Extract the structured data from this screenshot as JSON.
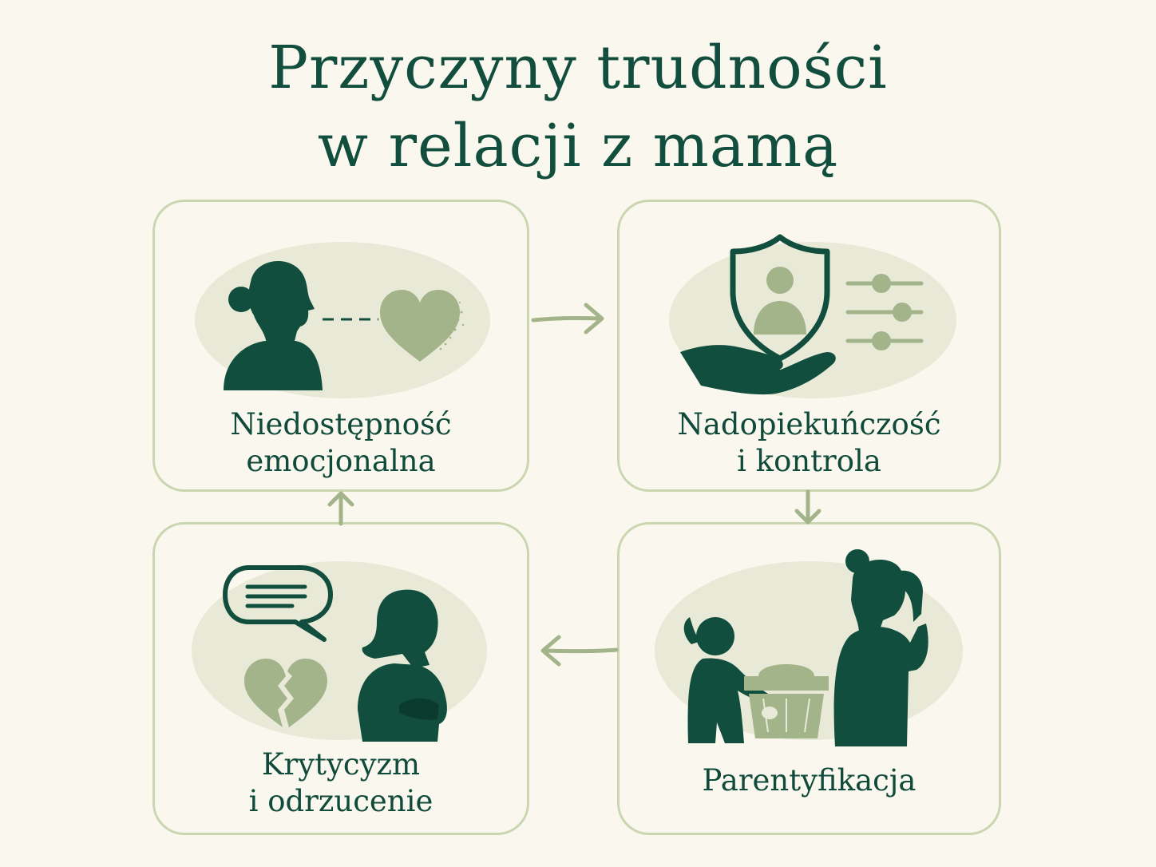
{
  "title": {
    "line1": "Przyczyny trudności",
    "line2": "w relacji z mamą"
  },
  "cards": [
    {
      "line1": "Niedostępność",
      "line2": "emocjonalna",
      "icon": "woman-profile-fading-heart-icon"
    },
    {
      "line1": "Nadopiekuńczość",
      "line2": "i kontrola",
      "icon": "shield-hand-sliders-icon"
    },
    {
      "line1": "Parentyfikacja",
      "line2": "",
      "icon": "child-carrying-basket-tired-mother-icon"
    },
    {
      "line1": "Krytycyzm",
      "line2": "i odrzucenie",
      "icon": "speech-bubble-broken-heart-sad-woman-icon"
    }
  ],
  "colors": {
    "background": "#faf8ee",
    "dark_green": "#114e3e",
    "sage": "#a3b38a",
    "blob": "#e8ead7",
    "card_border": "#c9d6b0"
  }
}
